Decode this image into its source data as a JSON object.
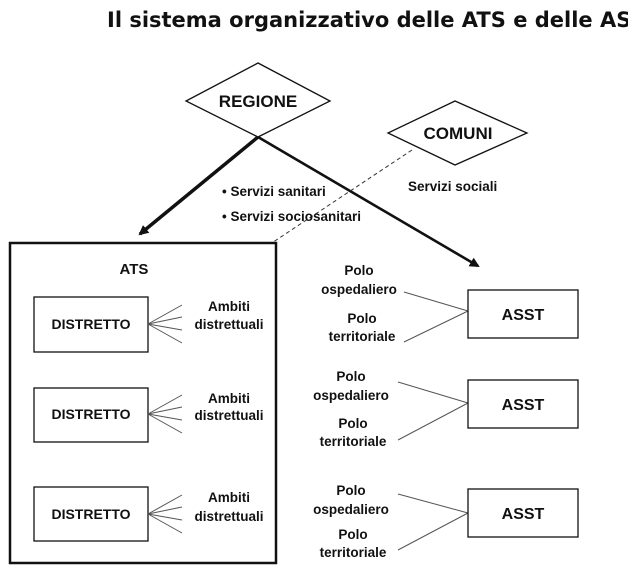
{
  "title": "Il sistema organizzativo delle ATS e delle ASST",
  "regione": "REGIONE",
  "comuni": "COMUNI",
  "servizi_sanitari": "• Servizi sanitari",
  "servizi_sociosanitari": "• Servizi sociosanitari",
  "servizi_sociali": "Servizi sociali",
  "ats": {
    "label": "ATS",
    "distretti": [
      {
        "label": "DISTRETTO",
        "ambiti_line1": "Ambiti",
        "ambiti_line2": "distrettuali"
      },
      {
        "label": "DISTRETTO",
        "ambiti_line1": "Ambiti",
        "ambiti_line2": "distrettuali"
      },
      {
        "label": "DISTRETTO",
        "ambiti_line1": "Ambiti",
        "ambiti_line2": "distrettuali"
      }
    ]
  },
  "asst_groups": [
    {
      "label": "ASST",
      "polo_osp_1": "Polo",
      "polo_osp_2": "ospedaliero",
      "polo_ter_1": "Polo",
      "polo_ter_2": "territoriale"
    },
    {
      "label": "ASST",
      "polo_osp_1": "Polo",
      "polo_osp_2": "ospedaliero",
      "polo_ter_1": "Polo",
      "polo_ter_2": "territoriale"
    },
    {
      "label": "ASST",
      "polo_osp_1": "Polo",
      "polo_osp_2": "ospedaliero",
      "polo_ter_1": "Polo",
      "polo_ter_2": "territoriale"
    }
  ]
}
